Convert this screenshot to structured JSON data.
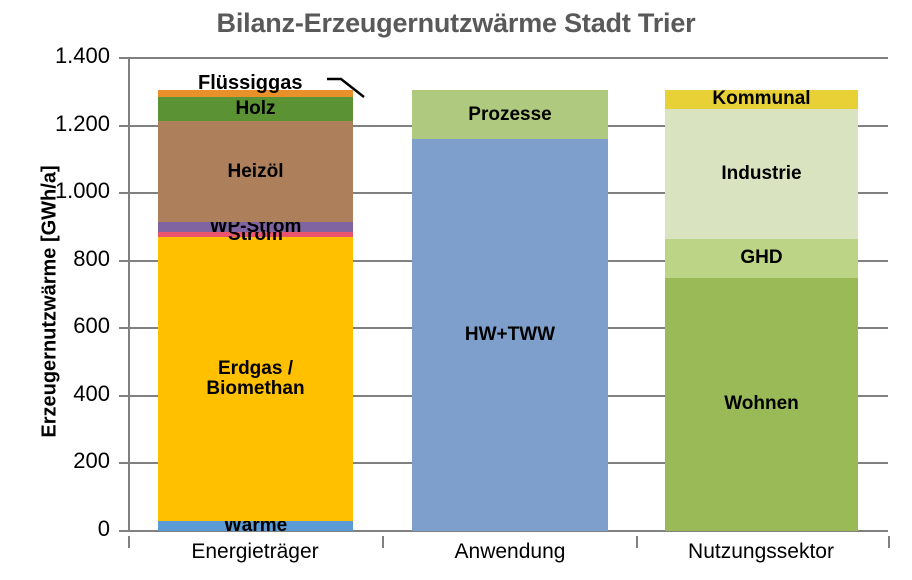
{
  "chart_data": {
    "type": "bar",
    "subtype": "stacked",
    "title": "Bilanz-Erzeugernutzwärme Stadt Trier",
    "xlabel": "",
    "ylabel": "Erzeugernutzwärme [GWh/a]",
    "ylim": [
      0,
      1400
    ],
    "ytick_values": [
      0,
      200,
      400,
      600,
      800,
      1000,
      1200,
      1400
    ],
    "ytick_labels": [
      "0",
      "200",
      "400",
      "600",
      "800",
      "1.000",
      "1.200",
      "1.400"
    ],
    "grid": "horizontal",
    "legend": "none (segments labelled in place)",
    "categories": [
      "Energieträger",
      "Anwendung",
      "Nutzungssektor"
    ],
    "columns": [
      {
        "category": "Energieträger",
        "total": 1305,
        "segments": [
          {
            "name": "Wärme",
            "value": 30,
            "color": "#5B9BD5",
            "label_visible": true,
            "label_inside": true
          },
          {
            "name": "Erdgas /\nBiomethan",
            "value": 840,
            "color": "#FFC000",
            "label_visible": true,
            "label_inside": true
          },
          {
            "name": "Strom",
            "value": 15,
            "color": "#E8556D",
            "label_visible": true,
            "label_inside": true
          },
          {
            "name": "WP-Strom",
            "value": 30,
            "color": "#8064A2",
            "label_visible": true,
            "label_inside": true
          },
          {
            "name": "Heizöl",
            "value": 298,
            "color": "#AD7F5B",
            "label_visible": true,
            "label_inside": true
          },
          {
            "name": "Holz",
            "value": 72,
            "color": "#5B9234",
            "label_visible": true,
            "label_inside": true
          },
          {
            "name": "Flüssiggas",
            "value": 20,
            "color": "#E8912A",
            "label_visible": true,
            "label_inside": false
          }
        ]
      },
      {
        "category": "Anwendung",
        "total": 1305,
        "segments": [
          {
            "name": "HW+TWW",
            "value": 1160,
            "color": "#7E9FCC",
            "label_visible": true,
            "label_inside": true
          },
          {
            "name": "Prozesse",
            "value": 145,
            "color": "#AFC97E",
            "label_visible": true,
            "label_inside": true
          }
        ]
      },
      {
        "category": "Nutzungssektor",
        "total": 1305,
        "segments": [
          {
            "name": "Wohnen",
            "value": 750,
            "color": "#99BA56",
            "label_visible": true,
            "label_inside": true
          },
          {
            "name": "GHD",
            "value": 115,
            "color": "#BCD485",
            "label_visible": true,
            "label_inside": true
          },
          {
            "name": "Industrie",
            "value": 385,
            "color": "#D9E3BF",
            "label_visible": true,
            "label_inside": true
          },
          {
            "name": "Kommunal",
            "value": 55,
            "color": "#E8D037",
            "label_visible": true,
            "label_inside": true
          }
        ]
      }
    ]
  },
  "annotations": {
    "fluessiggas_callout": "Flüssiggas"
  },
  "colors": {
    "title_text": "#595959",
    "axis_line": "#808080",
    "gridline": "#808080",
    "background": "#FFFFFF",
    "label_text": "#000000"
  }
}
